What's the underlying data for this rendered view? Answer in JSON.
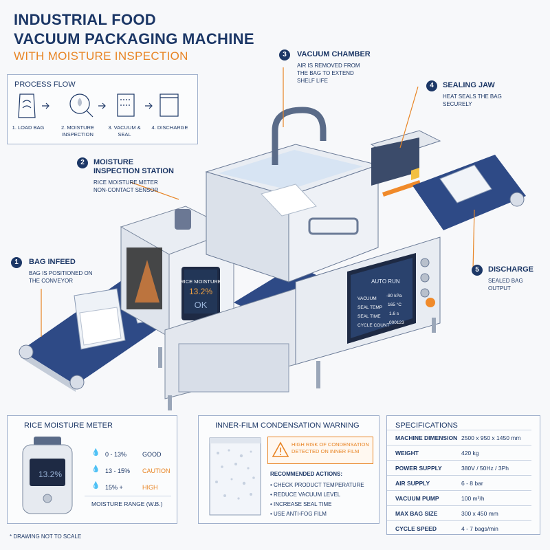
{
  "header": {
    "line1": "INDUSTRIAL FOOD",
    "line2": "VACUUM PACKAGING MACHINE",
    "subtitle": "WITH MOISTURE INSPECTION"
  },
  "process_flow": {
    "title": "PROCESS FLOW",
    "steps": [
      {
        "label": "1. LOAD BAG",
        "icon": "bag-grain-icon"
      },
      {
        "label": "2. MOISTURE INSPECTION",
        "icon": "magnifier-drop-icon"
      },
      {
        "label": "3. VACUUM & SEAL",
        "icon": "vacuum-bag-icon"
      },
      {
        "label": "4. DISCHARGE",
        "icon": "sealed-bag-icon"
      }
    ]
  },
  "callouts": [
    {
      "num": "1",
      "title": "BAG INFEED",
      "desc": "BAG IS POSITIONED ON THE CONVEYOR"
    },
    {
      "num": "2",
      "title": "MOISTURE INSPECTION STATION",
      "desc": "RICE MOISTURE METER NON-CONTACT SENSOR"
    },
    {
      "num": "3",
      "title": "VACUUM CHAMBER",
      "desc": "AIR IS REMOVED FROM THE BAG TO EXTEND SHELF LIFE"
    },
    {
      "num": "4",
      "title": "SEALING JAW",
      "desc": "HEAT SEALS THE BAG SECURELY"
    },
    {
      "num": "5",
      "title": "DISCHARGE",
      "desc": "SEALED BAG OUTPUT"
    }
  ],
  "inspection_display": {
    "label": "RICE MOISTURE",
    "value": "13.2%",
    "status": "OK"
  },
  "control_screen": {
    "mode": "AUTO RUN",
    "rows": [
      {
        "k": "VACUUM",
        "v": "-80 kPa"
      },
      {
        "k": "SEAL TEMP",
        "v": "165 °C"
      },
      {
        "k": "SEAL TIME",
        "v": "1.6 s"
      },
      {
        "k": "CYCLE COUNT",
        "v": "000123"
      }
    ]
  },
  "moisture_meter": {
    "title": "RICE MOISTURE METER",
    "display": "13.2%",
    "ranges": [
      {
        "range": "0 - 13%",
        "status": "GOOD",
        "color": "#1c3766"
      },
      {
        "range": "13 - 15%",
        "status": "CAUTION",
        "color": "#e88424"
      },
      {
        "range": "15% +",
        "status": "HIGH",
        "color": "#e88424"
      }
    ],
    "footer": "MOISTURE RANGE (W.B.)"
  },
  "condensation": {
    "title": "INNER-FILM CONDENSATION WARNING",
    "warning": "HIGH RISK OF CONDENSATION DETECTED ON INNER FILM",
    "actions_title": "RECOMMENDED ACTIONS:",
    "actions": [
      "CHECK PRODUCT TEMPERATURE",
      "REDUCE VACUUM LEVEL",
      "INCREASE SEAL TIME",
      "USE ANTI-FOG FILM"
    ]
  },
  "specs": {
    "title": "SPECIFICATIONS",
    "rows": [
      {
        "k": "MACHINE DIMENSION",
        "v": "2500 x 950 x 1450 mm"
      },
      {
        "k": "WEIGHT",
        "v": "420 kg"
      },
      {
        "k": "POWER SUPPLY",
        "v": "380V / 50Hz / 3Ph"
      },
      {
        "k": "AIR SUPPLY",
        "v": "6 - 8 bar"
      },
      {
        "k": "VACUUM PUMP",
        "v": "100 m³/h"
      },
      {
        "k": "MAX BAG SIZE",
        "v": "300 x 450 mm"
      },
      {
        "k": "CYCLE SPEED",
        "v": "4 - 7 bags/min"
      }
    ]
  },
  "note": "* DRAWING NOT TO SCALE",
  "colors": {
    "navy": "#1c3766",
    "orange": "#e88424",
    "steel": "#e4e8ee"
  }
}
